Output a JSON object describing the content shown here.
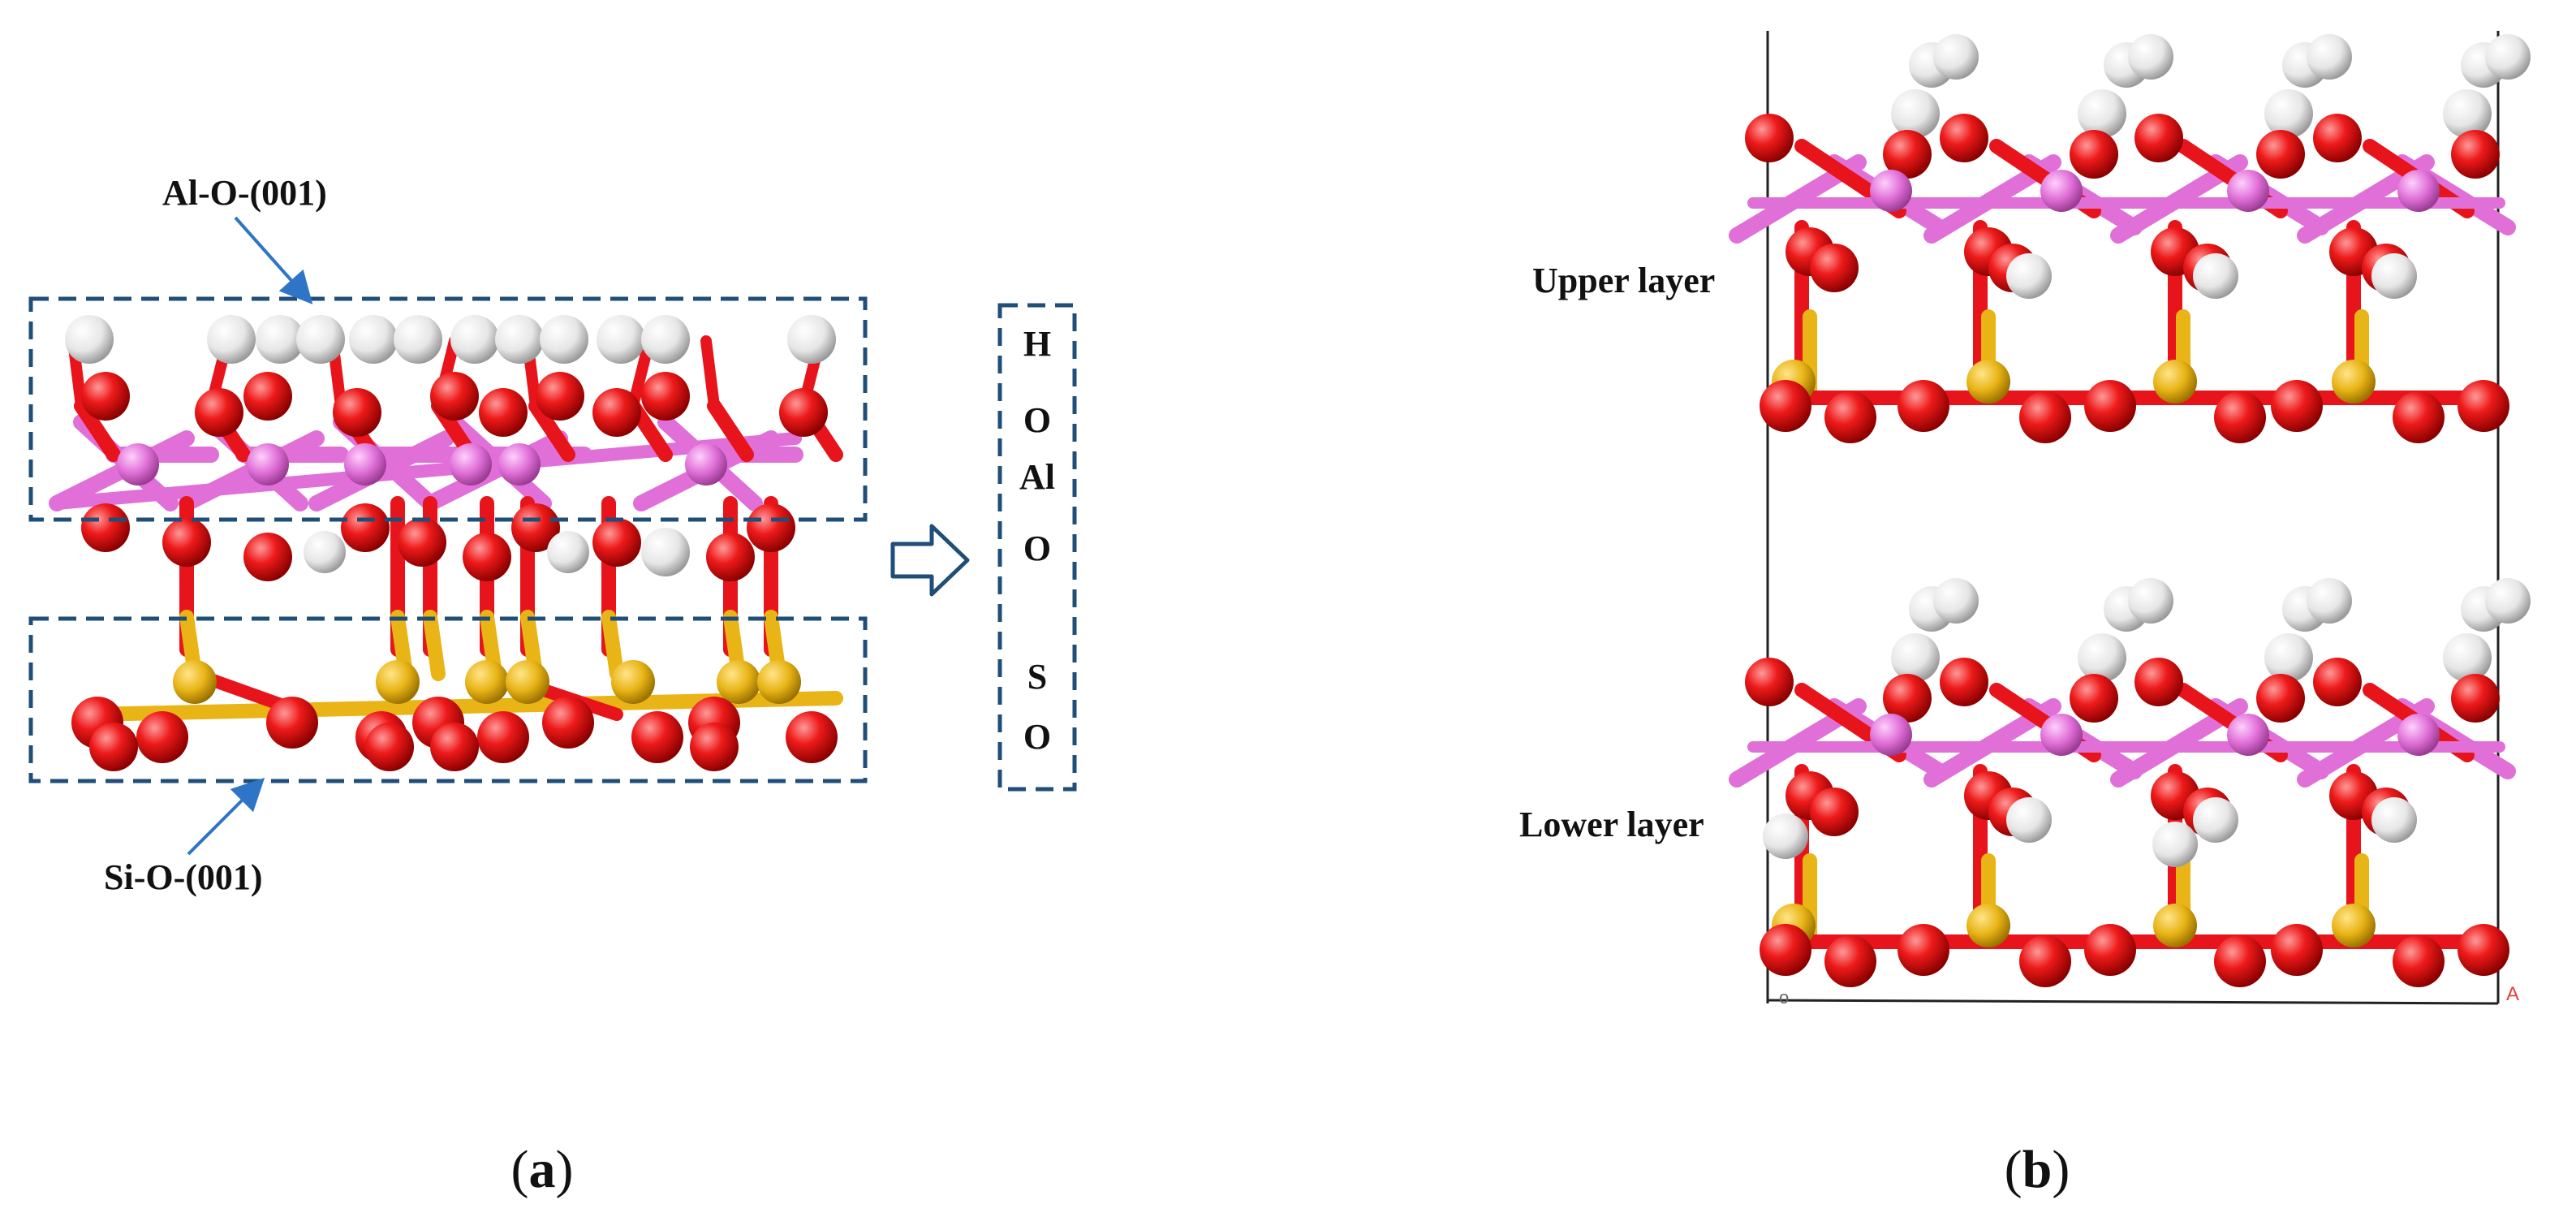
{
  "panel_a": {
    "label_top": "Al-O-(001)",
    "label_bottom": "Si-O-(001)",
    "layer_sequence": [
      "H",
      "O",
      "Al",
      "O",
      "S",
      "O"
    ],
    "caption_letter": "a"
  },
  "panel_b": {
    "label_upper": "Upper layer",
    "label_lower": "Lower layer",
    "axis_origin": "o",
    "axis_a": "A",
    "caption_letter": "b"
  },
  "colors": {
    "oxygen": "#e8141b",
    "aluminum": "#e070d8",
    "silicon": "#e8b416",
    "hydrogen": "#f0f0f0",
    "box": "#1f4e79",
    "arrow": "#2e75c8"
  }
}
